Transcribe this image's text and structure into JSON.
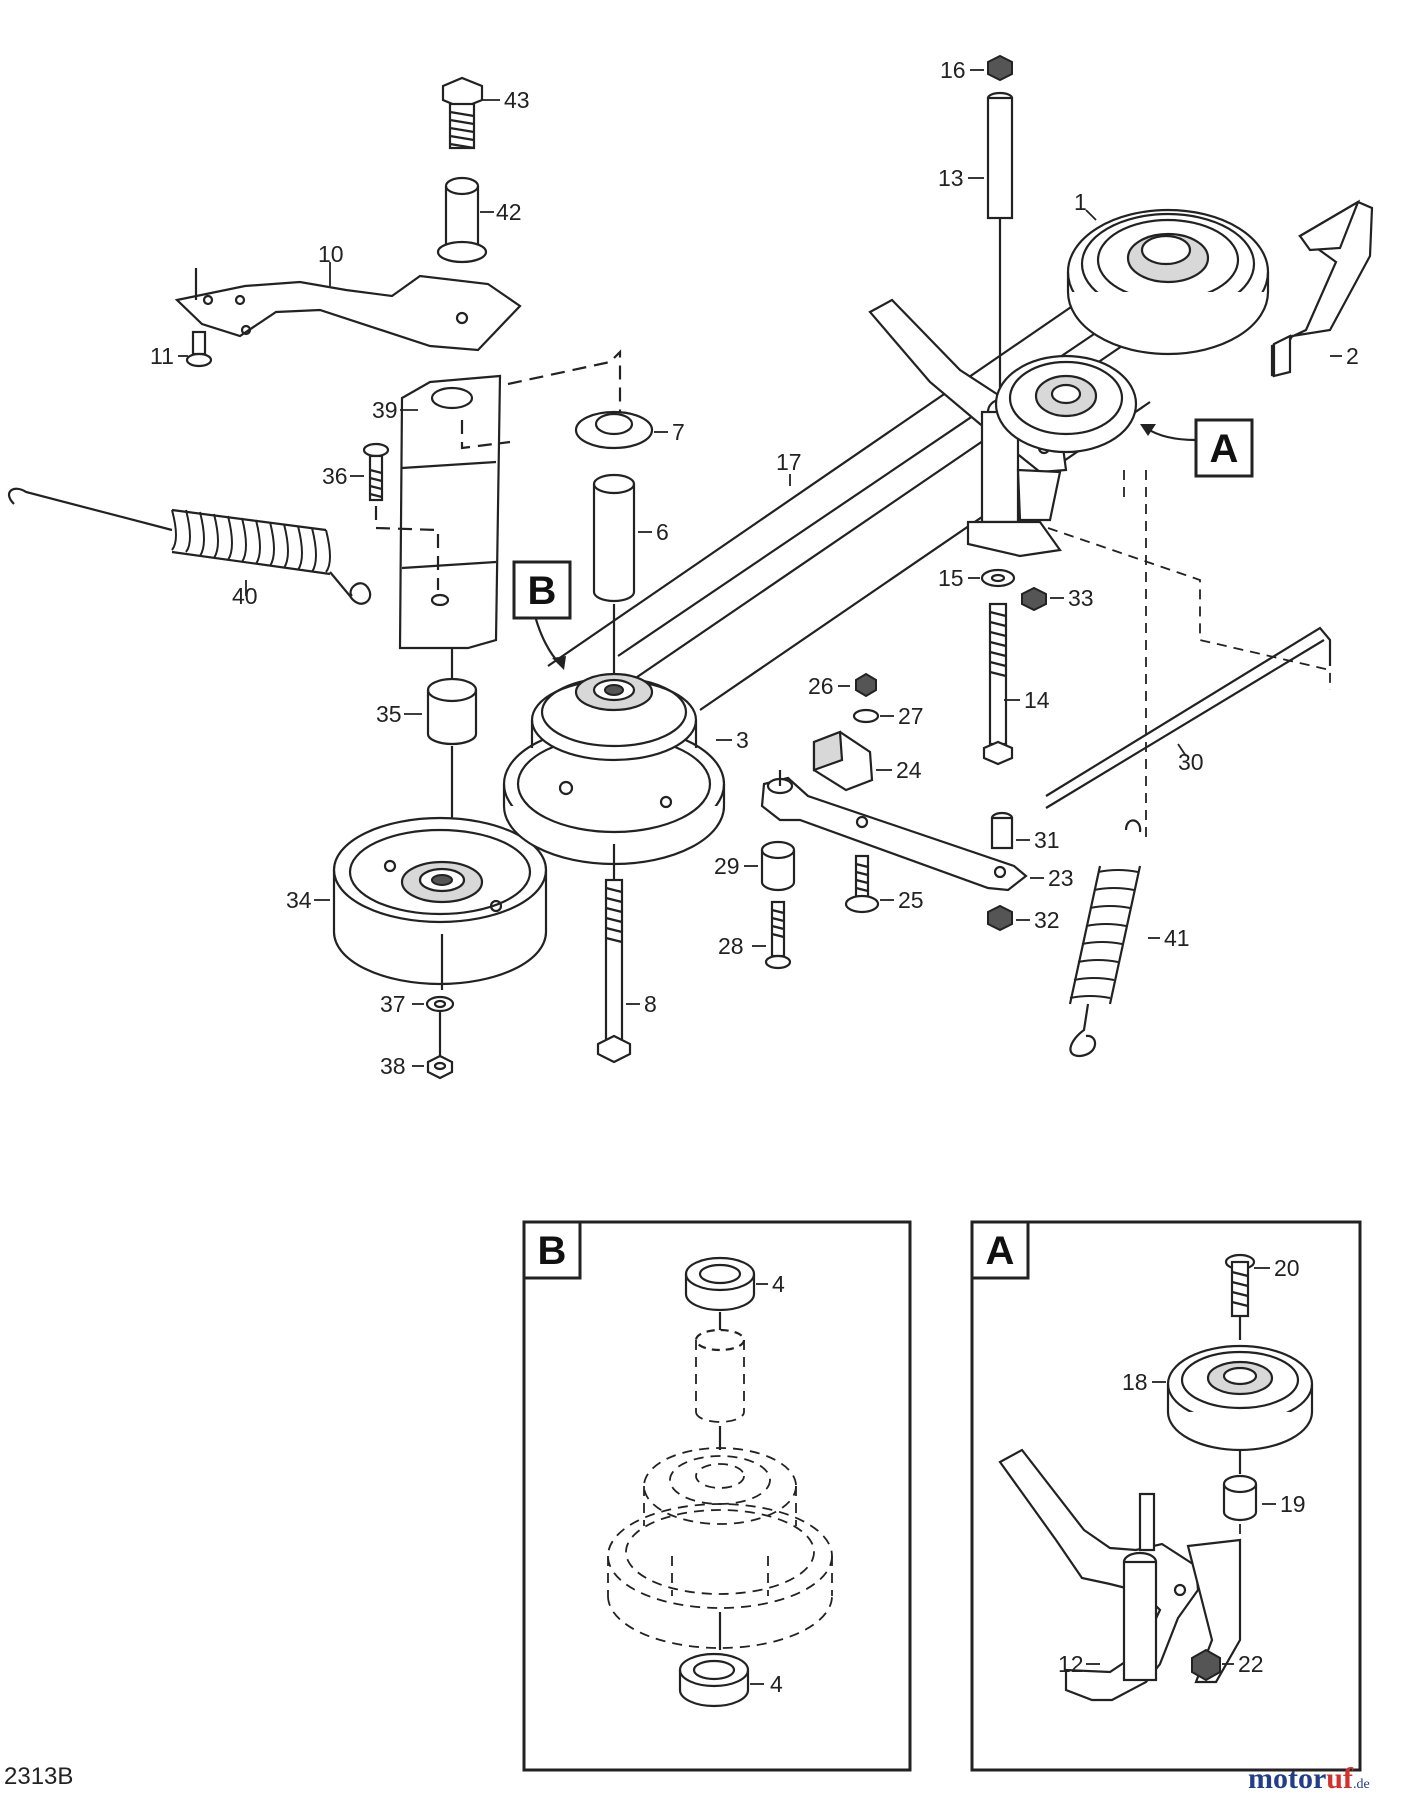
{
  "figure_code": "2313B",
  "watermark": {
    "text_main": "motor",
    "text_accent": "uf",
    "text_suffix": ".de"
  },
  "callouts": {
    "a": "A",
    "b": "B"
  },
  "inset_labels": {
    "b": "B",
    "a": "A"
  },
  "parts": {
    "p1": "1",
    "p2": "2",
    "p3": "3",
    "p6": "6",
    "p7": "7",
    "p8": "8",
    "p10": "10",
    "p11": "11",
    "p13": "13",
    "p14": "14",
    "p15": "15",
    "p16": "16",
    "p17": "17",
    "p23": "23",
    "p24": "24",
    "p25": "25",
    "p26": "26",
    "p27": "27",
    "p28": "28",
    "p29": "29",
    "p30": "30",
    "p31": "31",
    "p32": "32",
    "p33": "33",
    "p34": "34",
    "p35": "35",
    "p36": "36",
    "p37": "37",
    "p38": "38",
    "p39": "39",
    "p40": "40",
    "p41": "41",
    "p42": "42",
    "p43": "43"
  },
  "inset_b_parts": {
    "top": "4",
    "bottom": "4"
  },
  "inset_a_parts": {
    "p20": "20",
    "p18": "18",
    "p19": "19",
    "p12": "12",
    "p22": "22"
  }
}
